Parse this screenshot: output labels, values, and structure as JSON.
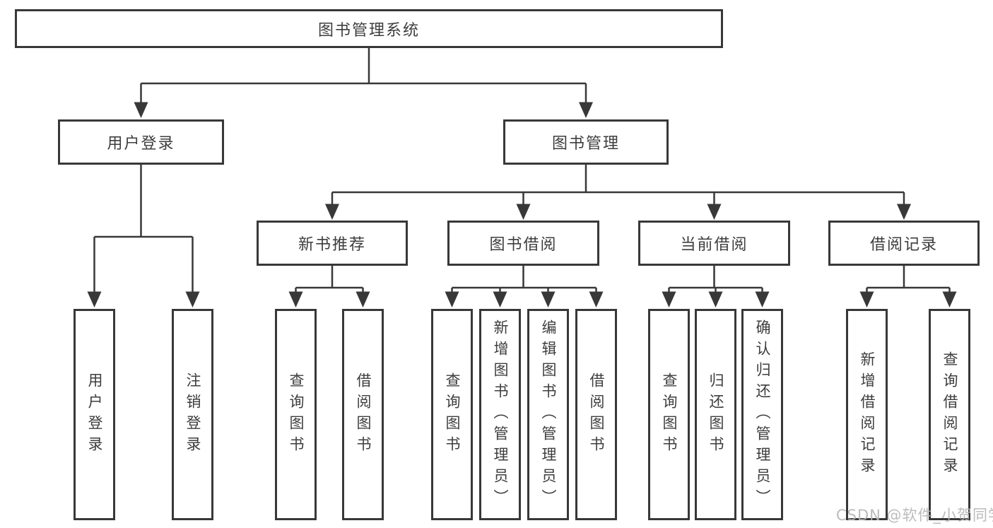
{
  "tree": {
    "root": {
      "label": "图书管理系统"
    },
    "branches": [
      {
        "label": "用户登录",
        "children": [
          {
            "label": "用户登录"
          },
          {
            "label": "注销登录"
          }
        ]
      },
      {
        "label": "图书管理",
        "children": [
          {
            "label": "新书推荐",
            "children": [
              {
                "label": "查询图书"
              },
              {
                "label": "借阅图书"
              }
            ]
          },
          {
            "label": "图书借阅",
            "children": [
              {
                "label": "查询图书"
              },
              {
                "label": "新增图书（管理员）"
              },
              {
                "label": "编辑图书（管理员）"
              },
              {
                "label": "借阅图书"
              }
            ]
          },
          {
            "label": "当前借阅",
            "children": [
              {
                "label": "查询图书"
              },
              {
                "label": "归还图书"
              },
              {
                "label": "确认归还（管理员）"
              }
            ]
          },
          {
            "label": "借阅记录",
            "children": [
              {
                "label": "新增借阅记录"
              },
              {
                "label": "查询借阅记录"
              }
            ]
          }
        ]
      }
    ]
  },
  "watermark": "CSDN @软件_小贺同学",
  "colors": {
    "line": "#383838",
    "box_border": "#383838",
    "text": "#3d3d3d",
    "watermark": "#b4b4b4",
    "background": "#ffffff"
  }
}
